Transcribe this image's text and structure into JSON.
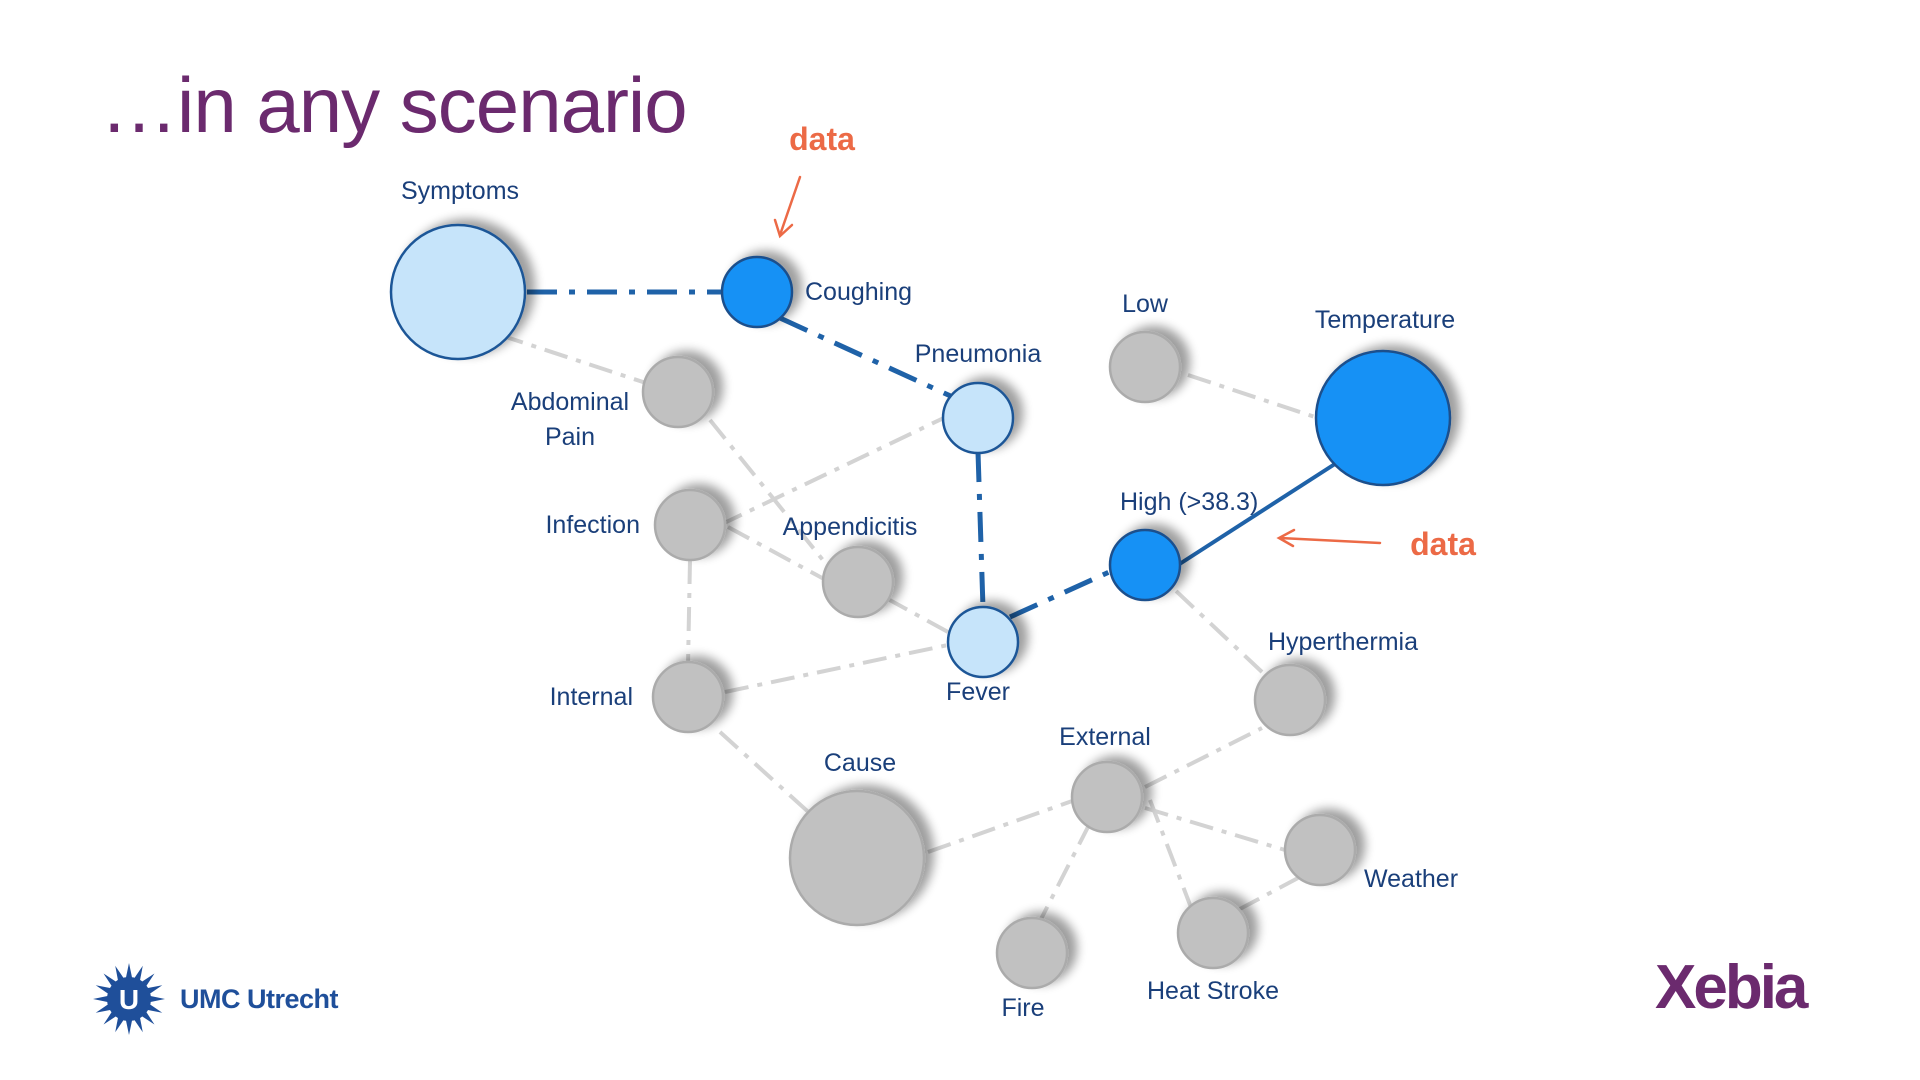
{
  "slide": {
    "title": "…in any scenario",
    "colors": {
      "title": "#6b2a6e",
      "node_label": "#1a3f7a",
      "annotation": "#ec6a46",
      "edge_active": "#1f62a8",
      "edge_inactive": "#d3d3d3"
    }
  },
  "nodes": [
    {
      "id": "symptoms",
      "label": "Symptoms",
      "state": "light"
    },
    {
      "id": "coughing",
      "label": "Coughing",
      "state": "observed"
    },
    {
      "id": "pneumonia",
      "label": "Pneumonia",
      "state": "light"
    },
    {
      "id": "abdominal-pain",
      "label_lines": [
        "Abdominal",
        "Pain"
      ],
      "state": "inactive"
    },
    {
      "id": "infection",
      "label": "Infection",
      "state": "inactive"
    },
    {
      "id": "appendicitis",
      "label": "Appendicitis",
      "state": "inactive"
    },
    {
      "id": "fever",
      "label": "Fever",
      "state": "light"
    },
    {
      "id": "internal",
      "label": "Internal",
      "state": "inactive"
    },
    {
      "id": "cause",
      "label": "Cause",
      "state": "inactive"
    },
    {
      "id": "external",
      "label": "External",
      "state": "inactive"
    },
    {
      "id": "fire",
      "label": "Fire",
      "state": "inactive"
    },
    {
      "id": "heat-stroke",
      "label": "Heat Stroke",
      "state": "inactive"
    },
    {
      "id": "weather",
      "label": "Weather",
      "state": "inactive"
    },
    {
      "id": "hyperthermia",
      "label": "Hyperthermia",
      "state": "inactive"
    },
    {
      "id": "high",
      "label": "High (>38.3)",
      "state": "observed"
    },
    {
      "id": "low",
      "label": "Low",
      "state": "inactive"
    },
    {
      "id": "temperature",
      "label": "Temperature",
      "state": "observed"
    }
  ],
  "annotations": [
    {
      "id": "data-coughing",
      "label": "data"
    },
    {
      "id": "data-temperature",
      "label": "data"
    }
  ],
  "logos": {
    "left": {
      "text": "UMC Utrecht",
      "mark_letter": "U"
    },
    "right": {
      "text": "Xebia"
    }
  }
}
